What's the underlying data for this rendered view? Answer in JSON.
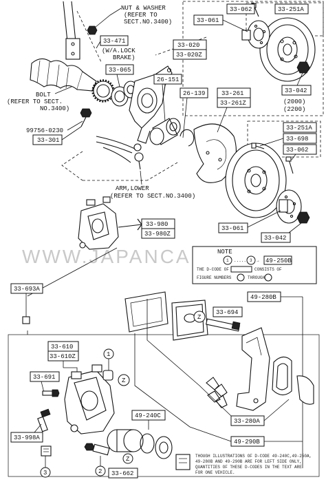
{
  "callouts": {
    "nut_washer": [
      "NUT & WASHER",
      "(REFER TO",
      "SECT.NO.3400)"
    ],
    "bolt": [
      "BOLT",
      "(REFER TO SECT.",
      "NO.3400)"
    ],
    "arm_lower": [
      "ARM,LOWER",
      "(REFER TO SECT.NO.3400)"
    ],
    "wa_lock_brake": [
      "(W/A.LOCK",
      "BRAKE)"
    ],
    "year_note": [
      "(2000)",
      "(2200)"
    ]
  },
  "codes": {
    "c_33_471": "33-471",
    "c_33_065": "33-065",
    "c_33_020": "33-020",
    "c_33_020z": "33-020Z",
    "c_26_151": "26-151",
    "c_26_139": "26-139",
    "c_33_261": "33-261",
    "c_33_261z": "33-261Z",
    "c_99756_0230": "99756-0230",
    "c_33_301": "33-301",
    "top_33_062": "33-062",
    "top_33_251a": "33-251A",
    "top_33_061": "33-061",
    "top_33_042": "33-042",
    "mid_33_251a": "33-251A",
    "mid_33_698": "33-698",
    "mid_33_062": "33-062",
    "mid_33_061": "33-061",
    "mid_33_042": "33-042",
    "c_33_980": "33-980",
    "c_33_980z": "33-980Z",
    "c_33_693a": "33-693A",
    "c_49_280b": "49-280B",
    "c_33_694": "33-694",
    "c_33_610": "33-610",
    "c_33_610z": "33-610Z",
    "c_33_691": "33-691",
    "c_49_240c": "49-240C",
    "c_33_998a": "33-998A",
    "c_33_662": "33-662",
    "c_33_280a": "33-280A",
    "c_49_290b": "49-290B"
  },
  "note": {
    "title": "NOTE",
    "range_code": "49-250B",
    "line1_a": "THE D-CODE OF",
    "line1_b": "CONSISTS OF",
    "line2_a": "FIGURE NUMBERS",
    "line2_b": "THROUGH",
    "marker_1": "1",
    "marker_3": "3"
  },
  "markers": {
    "m1": "1",
    "m2": "2",
    "m3": "3",
    "z1": "Z",
    "z2": "Z",
    "z3": "Z"
  },
  "footnote": [
    "THOUGH ILLUSTRATIONS OF D-CODE 49-240C,49-250A,",
    "49-280B AND 49-290B ARE FOR LEFT SIDE ONLY,",
    "QUANTITIES OF THESE D-CODES IN THE TEXT ARE",
    "FOR ONE VEHICLE."
  ],
  "watermark": "WWW.JAPANCAR.RU"
}
